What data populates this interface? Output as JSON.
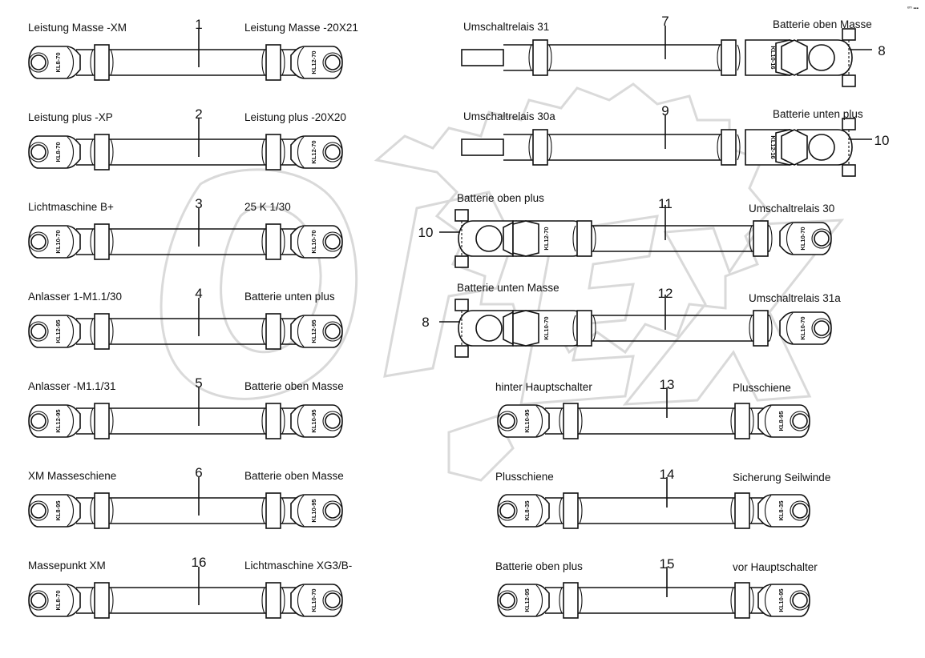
{
  "corner_mark": "ᵉᵐ ▪▪▪",
  "cables_left": [
    {
      "num": "1",
      "left_label": "Leistung Masse -XM",
      "right_label": "Leistung Masse -20X21",
      "left_tag": "KL8-70",
      "right_tag": "KL12-70"
    },
    {
      "num": "2",
      "left_label": "Leistung plus -XP",
      "right_label": "Leistung plus -20X20",
      "left_tag": "KL8-70",
      "right_tag": "KL12-70"
    },
    {
      "num": "3",
      "left_label": "Lichtmaschine B+",
      "right_label": "25 K 1/30",
      "left_tag": "KL10-70",
      "right_tag": "KL10-70"
    },
    {
      "num": "4",
      "left_label": "Anlasser 1-M1.1/30",
      "right_label": "Batterie unten plus",
      "left_tag": "KL12-95",
      "right_tag": "KL12-95"
    },
    {
      "num": "5",
      "left_label": "Anlasser -M1.1/31",
      "right_label": "Batterie oben Masse",
      "left_tag": "KL12-95",
      "right_tag": "KL10-95"
    },
    {
      "num": "6",
      "left_label": "XM Masseschiene",
      "right_label": "Batterie oben Masse",
      "left_tag": "KL8-95",
      "right_tag": "KL10-95"
    },
    {
      "num": "16",
      "left_label": "Massepunkt XM",
      "right_label": "Lichtmaschine XG3/B-",
      "left_tag": "KL8-70",
      "right_tag": "KL10-70"
    }
  ],
  "cables_right_top": [
    {
      "num": "7",
      "left_label": "Umschaltrelais 31",
      "right_label": "Batterie oben Masse",
      "clamp_num": "8",
      "ring_tag": "KL10-16"
    },
    {
      "num": "9",
      "left_label": "Umschaltrelais 30a",
      "right_label": "Batterie unten plus",
      "clamp_num": "10",
      "ring_tag": "KL12-16"
    }
  ],
  "cables_right_mid": [
    {
      "num": "11",
      "left_label": "Batterie oben plus",
      "right_label": "Umschaltrelais 30",
      "clamp_num": "10",
      "left_tag": "KL12-70",
      "right_tag": "KL10-70"
    },
    {
      "num": "12",
      "left_label": "Batterie unten Masse",
      "right_label": "Umschaltrelais 31a",
      "clamp_num": "8",
      "left_tag": "KL10-70",
      "right_tag": "KL10-70"
    }
  ],
  "cables_right_low": [
    {
      "num": "13",
      "left_label": "hinter Hauptschalter",
      "right_label": "Plusschiene",
      "left_tag": "KL10-95",
      "right_tag": "KL8-95"
    },
    {
      "num": "14",
      "left_label": "Plusschiene",
      "right_label": "Sicherung Seilwinde",
      "left_tag": "KL8-35",
      "right_tag": "KL8-35"
    },
    {
      "num": "15",
      "left_label": "Batterie oben plus",
      "right_label": "vor Hauptschalter",
      "left_tag": "KL12-95",
      "right_tag": "KL10-95"
    }
  ]
}
